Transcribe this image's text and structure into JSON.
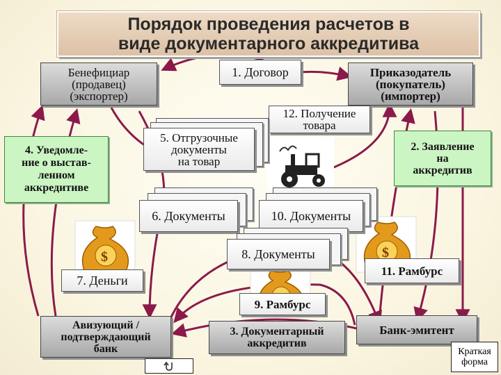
{
  "title": {
    "line1": "Порядок проведения расчетов в",
    "line2": "виде документарного аккредитива"
  },
  "nodes": {
    "beneficiary": [
      "Бенефициар",
      "(продавец)",
      "(экспортер)"
    ],
    "applicant": [
      "Приказодатель",
      "(покупатель)",
      "(импортер)"
    ],
    "advising_bank": [
      "Авизующий /",
      "подтверждающий",
      "банк"
    ],
    "issuing_bank": "Банк-эмитент"
  },
  "steps": {
    "s1": "1. Договор",
    "s2": [
      "2. Заявление",
      "на",
      "аккредитив"
    ],
    "s3": [
      "3. Документарный",
      "аккредитив"
    ],
    "s4": [
      "4. Уведомле-",
      "ние о выстав-",
      "ленном",
      "аккредитиве"
    ],
    "s5": [
      "5. Отгрузочные",
      "документы",
      "на товар"
    ],
    "s6": "6. Документы",
    "s7": "7. Деньги",
    "s8": "8. Документы",
    "s9": "9. Рамбурс",
    "s10": "10. Документы",
    "s11": "11. Рамбурс",
    "s12": [
      "12. Получение",
      "товара"
    ]
  },
  "footer": {
    "short_form": [
      "Краткая",
      "форма"
    ]
  },
  "icons": [
    "money-bag-icon",
    "money-bag-icon",
    "money-bag-icon",
    "tractor-icon",
    "return-arrow-icon"
  ],
  "colors": {
    "arrow": "#8b1a4a",
    "title_bg": "#e6cfb8",
    "note_green": "#ccf5c4",
    "bank_box": "#c2c2c2",
    "bag": "#e39a1c"
  }
}
